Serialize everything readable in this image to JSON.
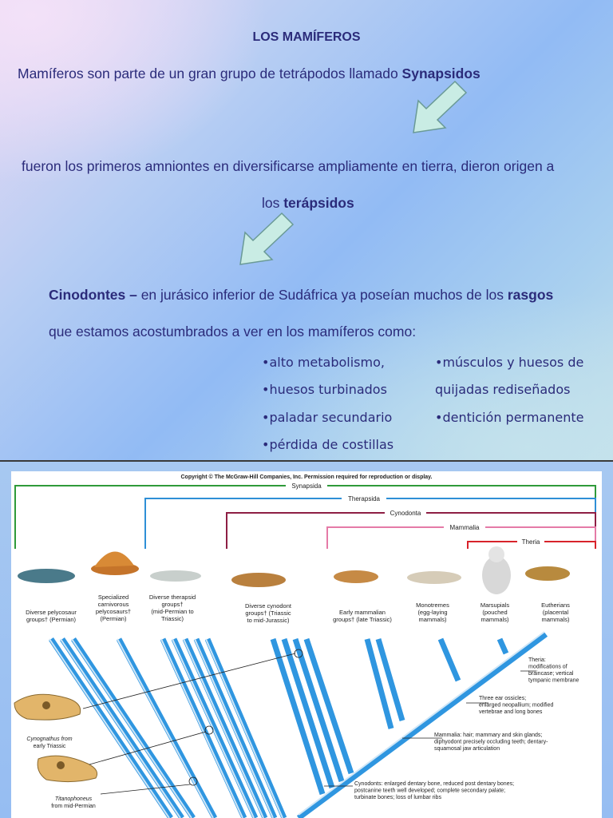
{
  "slide": {
    "title": "LOS MAMÍFEROS",
    "p1_text": "Mamíferos son parte de un gran grupo de tetrápodos llamado ",
    "p1_bold": "Synapsidos",
    "p2_text": "fueron los primeros amniontes en diversificarse ampliamente en tierra, dieron origen a",
    "p3_text": "los ",
    "p3_bold": "terápsidos",
    "p4_bold": "Cinodontes – ",
    "p4_text": " en jurásico inferior de Sudáfrica ya poseían muchos de los ",
    "p4_bold2": "rasgos",
    "p5_text": "que estamos acostumbrados a ver en los mamíferos como:",
    "bullets_left": [
      "•alto metabolismo,",
      "•huesos turbinados",
      "•paladar secundario",
      "•pérdida de costillas"
    ],
    "bullets_right": [
      "•músculos y huesos de",
      "quijadas rediseñados",
      "•dentición permanente"
    ],
    "colors": {
      "text": "#2b2b7a",
      "arrow_fill": "#c9ece4",
      "arrow_stroke": "#6a9a96"
    }
  },
  "figure": {
    "copyright": "Copyright © The McGraw-Hill Companies, Inc. Permission required for reproduction or display.",
    "brackets": [
      "Synapsida",
      "Therapsida",
      "Cynodonta",
      "Mammalia",
      "Theria"
    ],
    "bracket_colors": [
      "#2f9a3a",
      "#2e8fd6",
      "#8e1f44",
      "#e57ba7",
      "#d8232b"
    ],
    "groups": [
      [
        "Diverse pelycosaur",
        "groups† (Permian)"
      ],
      [
        "Specialized",
        "carnivorous",
        "pelycosaurs†",
        "(Permian)"
      ],
      [
        "Diverse therapsid",
        "groups†",
        "(mid-Permian to",
        "Triassic)"
      ],
      [
        "Diverse cynodont",
        "groups† (Triassic",
        "to mid-Jurassic)"
      ],
      [
        "Early mammalian",
        "groups† (late Triassic)"
      ],
      [
        "Monotremes",
        "(egg-laying",
        "mammals)"
      ],
      [
        "Marsupials",
        "(pouched",
        "mammals)"
      ],
      [
        "Eutherians",
        "(placental",
        "mammals)"
      ]
    ],
    "annotations": [
      [
        "Theria:",
        "modifications of",
        "braincase; vertical",
        "tympanic membrane"
      ],
      [
        "Three ear ossicles;",
        "enlarged neopallium; modified",
        "vertebrae and long bones"
      ],
      [
        "Mammalia: hair; mammary and skin glands;",
        "diphyodont precisely occluding teeth; dentary-",
        "squamosal jaw articulation"
      ],
      [
        "Cynodonts: enlarged dentary bone, reduced post dentary bones;",
        "postcanine teeth well developed; complete secondary palate;",
        "turbinate bones; loss of lumbar ribs"
      ]
    ],
    "skulls": [
      [
        "Cynognathus from",
        "early Triassic"
      ],
      [
        "Titanophoneus",
        "from mid-Permian"
      ]
    ],
    "colors": {
      "branch": "#2f96e0",
      "branch_light": "#cfe6f7"
    }
  }
}
